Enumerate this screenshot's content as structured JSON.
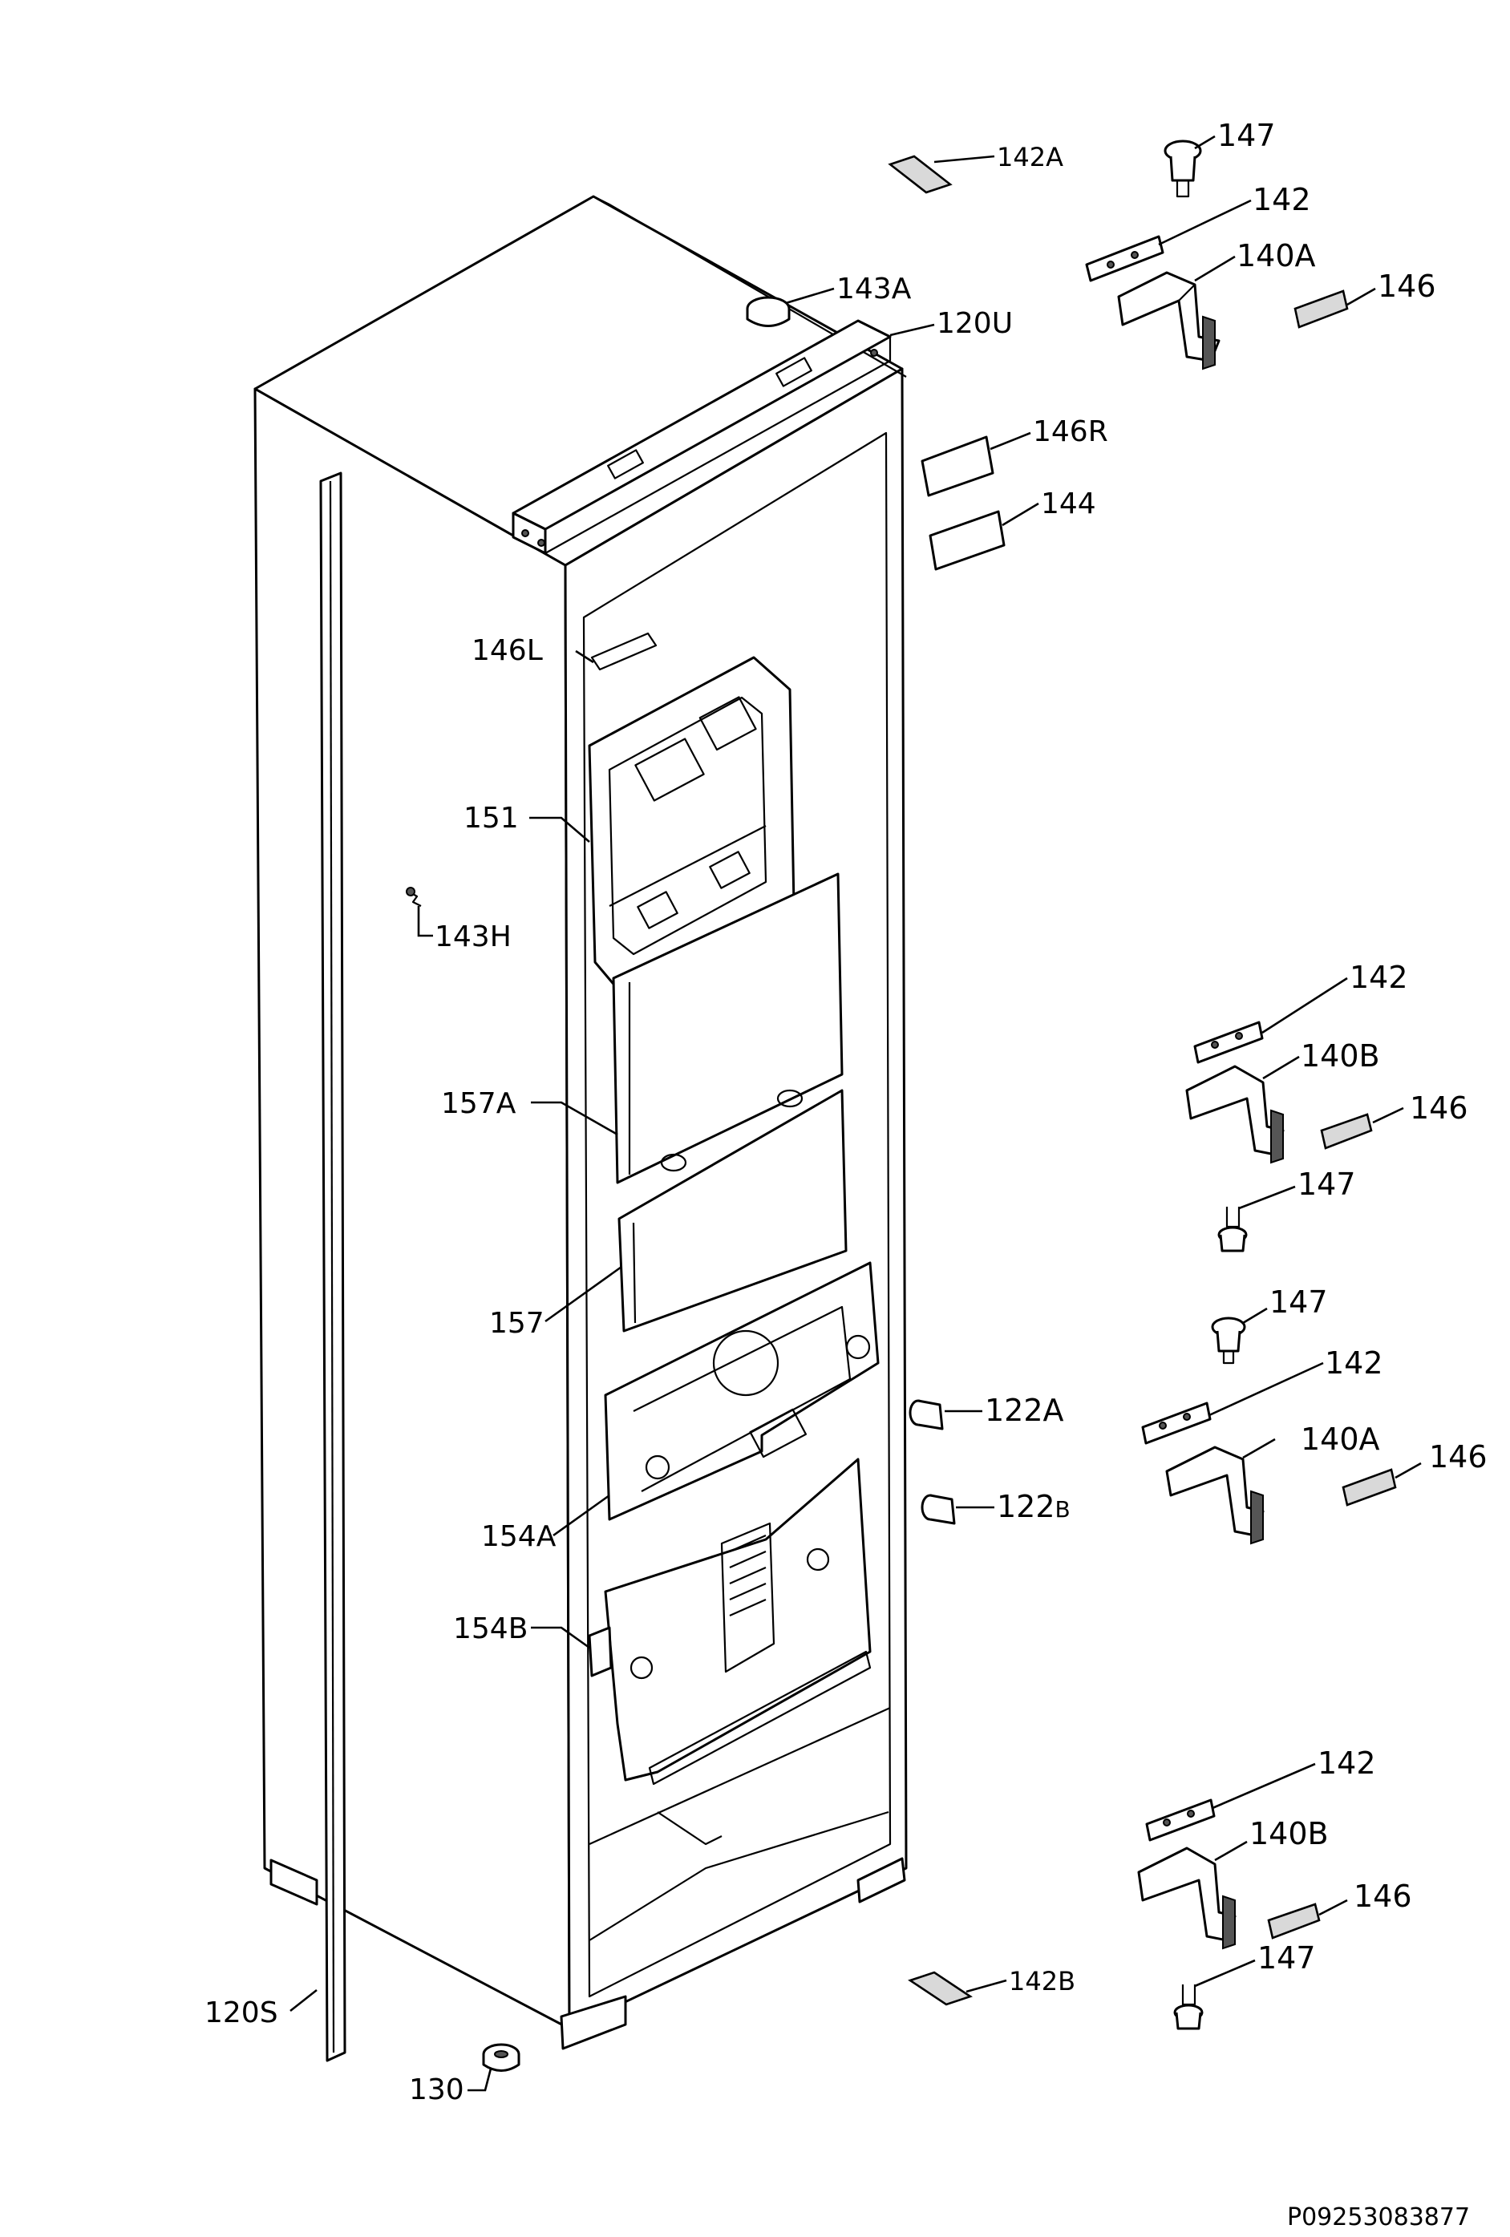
{
  "drawing_id": "P09253083877",
  "labels": {
    "l142A_top": "142A",
    "l147_top": "147",
    "l142_top": "142",
    "l140A_top": "140A",
    "l146_top": "146",
    "l143A": "143A",
    "l120U": "120U",
    "l146R": "146R",
    "l144": "144",
    "l146L": "146L",
    "l151": "151",
    "l143H": "143H",
    "l142_b2": "142",
    "l140B_b2": "140B",
    "l146_b2": "146",
    "l147_b2": "147",
    "l157A": "157A",
    "l147_b3": "147",
    "l157": "157",
    "l142_b3": "142",
    "l122A": "122A",
    "l140A_b3": "140A",
    "l146_b3": "146",
    "l122B": "122",
    "l122B_suffix": "B",
    "l154A": "154A",
    "l154B": "154B",
    "l142_b4": "142",
    "l140B_b4": "140B",
    "l146_b4": "146",
    "l147_b4": "147",
    "l142B": "142B",
    "l120S": "120S",
    "l130": "130"
  }
}
